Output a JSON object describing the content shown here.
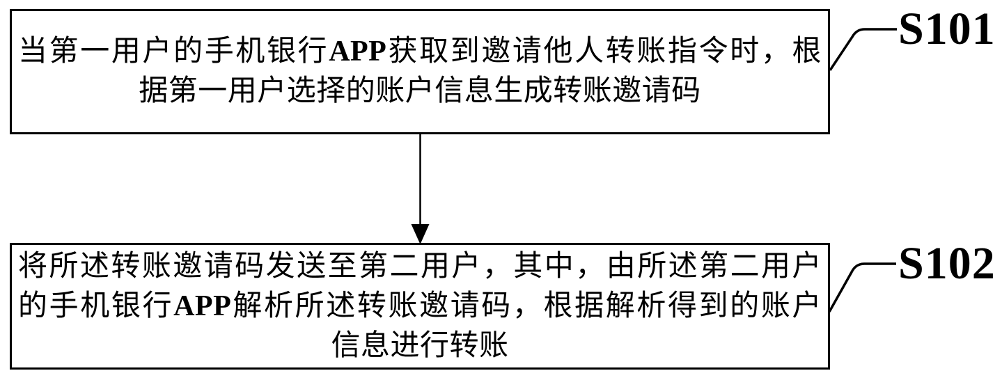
{
  "figure": {
    "background": "#ffffff",
    "ink": "#000000",
    "steps": [
      {
        "label": "S101",
        "lines": [
          "当第一用户的手机银行APP获取到邀请他人转账指令时，根",
          "据第一用户选择的账户信息生成转账邀请码"
        ]
      },
      {
        "label": "S102",
        "lines": [
          "将所述转账邀请码发送至第二用户，其中，由所述第二用户",
          "的手机银行APP解析所述转账邀请码，根据解析得到的账户",
          "信息进行转账"
        ]
      }
    ],
    "connector": {
      "type": "arrow-down",
      "from": "S101",
      "to": "S102"
    }
  }
}
